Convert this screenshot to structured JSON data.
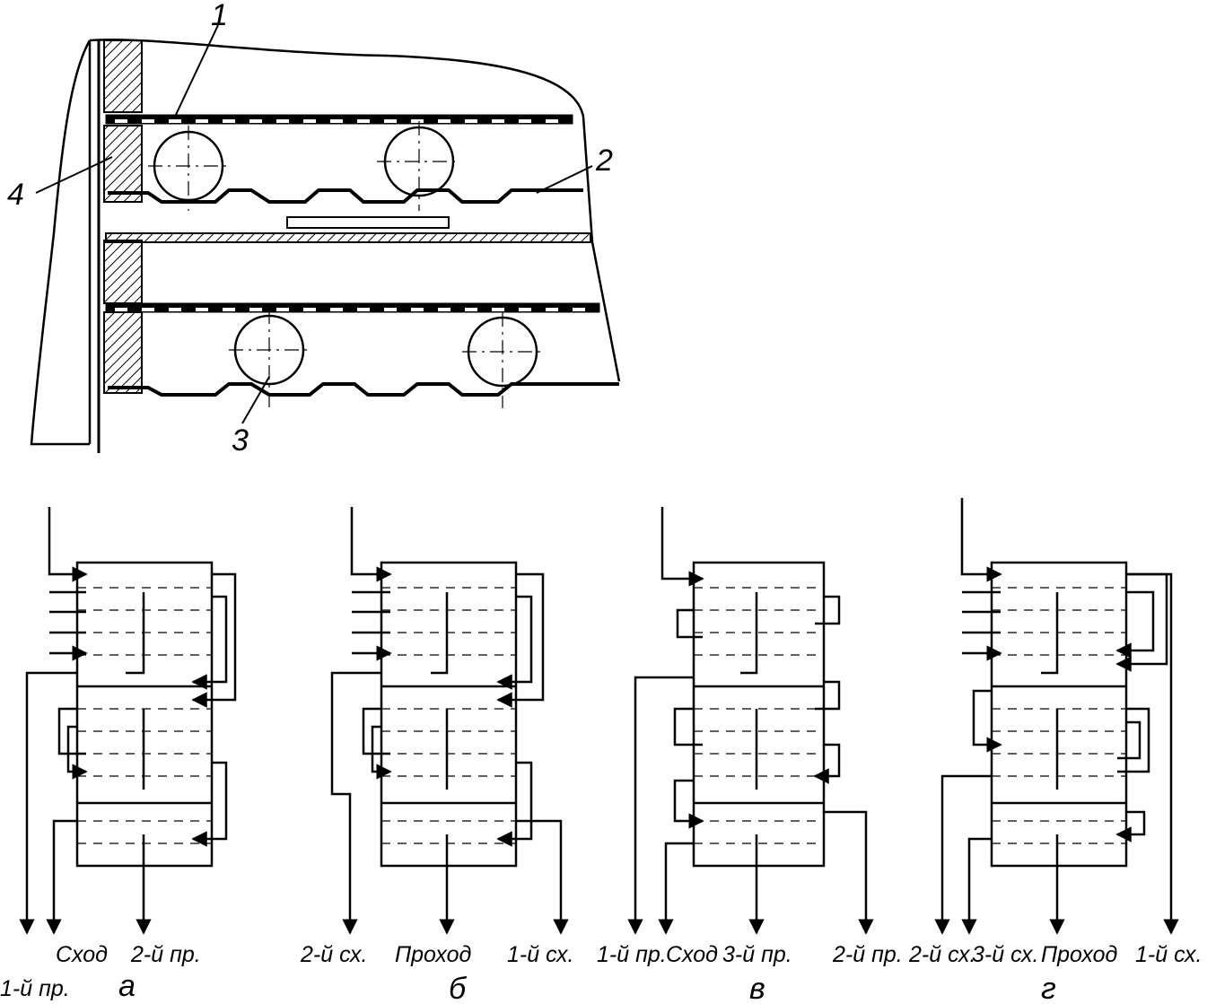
{
  "callouts": [
    "1",
    "2",
    "3",
    "4"
  ],
  "schemes": [
    {
      "letter": "а",
      "labels": [
        "1-й пр.",
        "Сход",
        "2-й пр."
      ]
    },
    {
      "letter": "б",
      "labels": [
        "2-й сх.",
        "Проход",
        "1-й сх."
      ]
    },
    {
      "letter": "в",
      "labels": [
        "1-й пр.",
        "Сход",
        "3-й пр.",
        "2-й пр."
      ]
    },
    {
      "letter": "г",
      "labels": [
        "2-й сх.",
        "3-й сх.",
        "Проход",
        "1-й сх."
      ]
    }
  ],
  "colors": {
    "ink": "#000000",
    "paper": "#ffffff"
  }
}
